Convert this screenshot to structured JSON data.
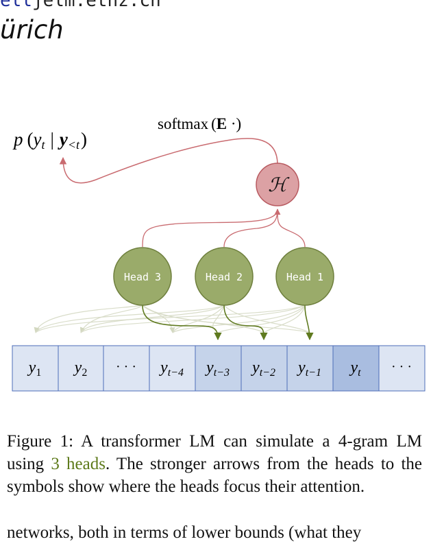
{
  "header": {
    "email_prefix": "ell",
    "email_rest": "jelm.ethz.ch",
    "affiliation": "ürich"
  },
  "figure": {
    "output_label_p": "p",
    "output_label_paren_open": "(",
    "output_label_y": "y",
    "output_label_t": "t",
    "output_label_bar": "|",
    "output_label_ybold": "y",
    "output_label_lt": "<t",
    "output_label_paren_close": ")",
    "softmax_word": "softmax",
    "softmax_paren_open": "(",
    "softmax_E": "E",
    "softmax_dot": " ·",
    "softmax_paren_close": ")",
    "h_node_label": "ℋ",
    "heads": [
      "Head 3",
      "Head 2",
      "Head 1"
    ],
    "tokens": [
      {
        "base": "y",
        "sub": "1"
      },
      {
        "base": "y",
        "sub": "2"
      },
      {
        "base": "· · ·",
        "sub": ""
      },
      {
        "base": "y",
        "sub": "t−4"
      },
      {
        "base": "y",
        "sub": "t−3"
      },
      {
        "base": "y",
        "sub": "t−2"
      },
      {
        "base": "y",
        "sub": "t−1"
      },
      {
        "base": "y",
        "sub": "t"
      },
      {
        "base": "· · ·",
        "sub": ""
      }
    ],
    "colors": {
      "token_light": "#dde5f3",
      "token_mid": "#c5d3ea",
      "token_dark": "#a9bde0",
      "token_border": "#4d6db8",
      "head_fill": "#9aab6a",
      "head_border": "#6e7f3d",
      "h_fill": "#dca1a4",
      "h_border": "#b85a60",
      "red_arrow": "#c96b70",
      "green_arrow": "#5f7a1f",
      "faint_arrow": "#d8dcc8"
    }
  },
  "caption": {
    "part1": "Figure 1: A transformer LM can simulate a ",
    "n": "4",
    "part2": "-gram LM using ",
    "heads_phrase": "3 heads",
    "part3": ". The stronger arrows from the heads to the symbols show where the heads focus their attention."
  },
  "body": {
    "line": "networks, both in terms of lower bounds (what they"
  }
}
